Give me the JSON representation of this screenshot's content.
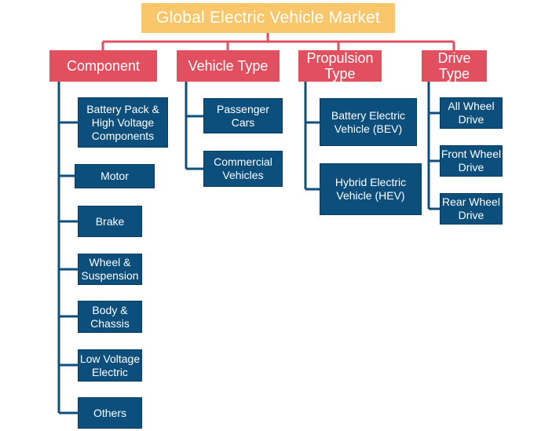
{
  "title": "Global Electric Vehicle Market",
  "categories": [
    {
      "label": "Component",
      "items": [
        "Battery Pack &\nHigh Voltage\nComponents",
        "Motor",
        "Brake",
        "Wheel &\nSuspension",
        "Body &\nChassis",
        "Low Voltage\nElectric",
        "Others"
      ]
    },
    {
      "label": "Vehicle Type",
      "items": [
        "Passenger\nCars",
        "Commercial\nVehicles"
      ]
    },
    {
      "label": "Propulsion\nType",
      "items": [
        "Battery Electric\nVehicle (BEV)",
        "Hybrid Electric\nVehicle (HEV)"
      ]
    },
    {
      "label": "Drive\nType",
      "items": [
        "All Wheel\nDrive",
        "Front Wheel\nDrive",
        "Rear Wheel\nDrive"
      ]
    }
  ],
  "colors": {
    "root_fill": "#f9c66a",
    "category_fill": "#e2505f",
    "leaf_fill": "#0c4f7d",
    "root_connector": "#e2505f",
    "leaf_connector": "#0c4f7d"
  }
}
